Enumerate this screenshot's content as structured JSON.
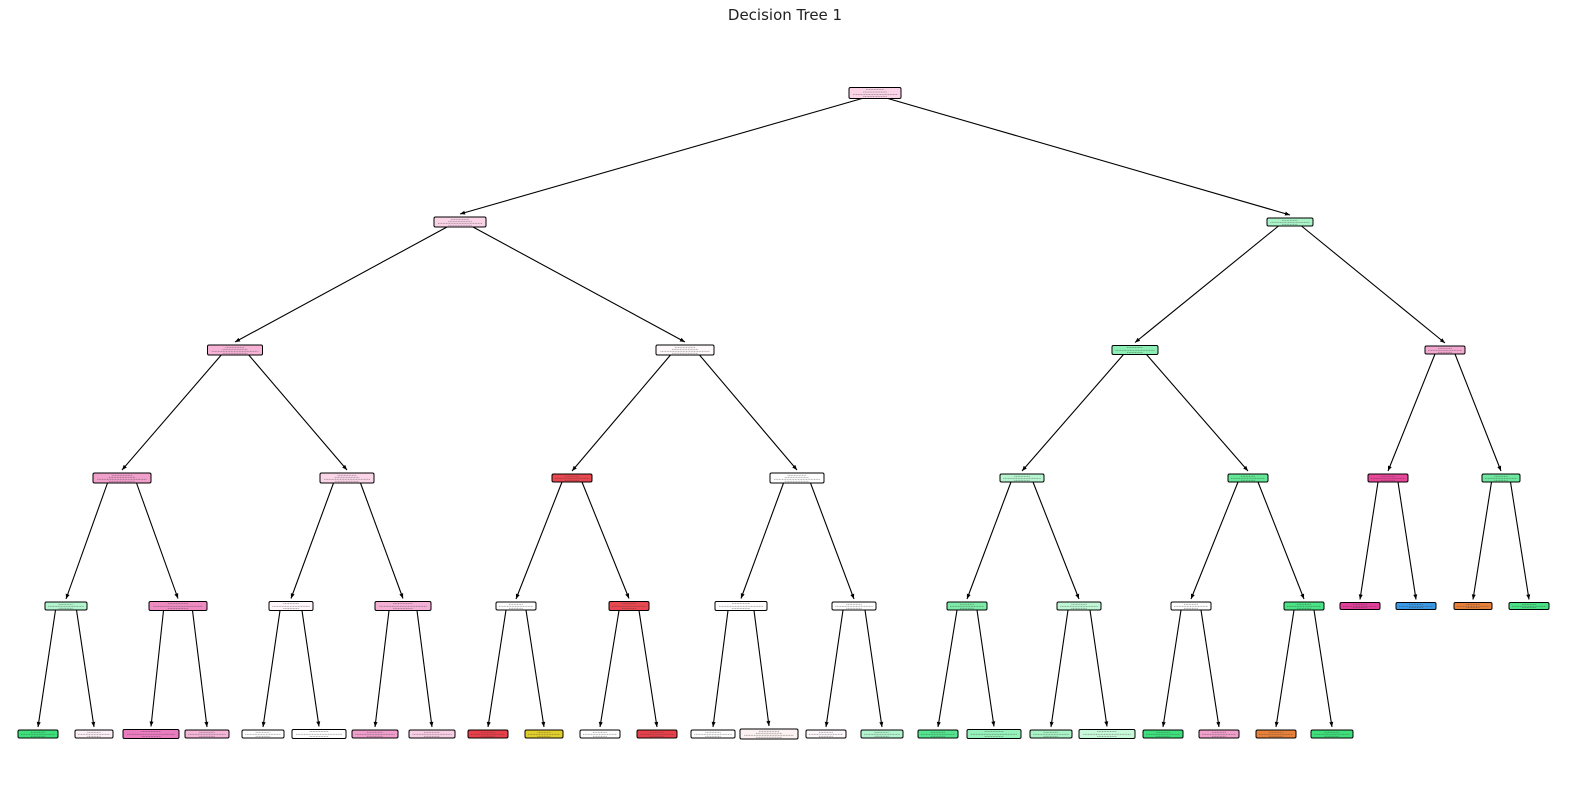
{
  "title": "Decision Tree 1",
  "nodes": [
    {
      "id": 0,
      "color": "#fad3e7",
      "children": [
        1,
        2
      ]
    },
    {
      "id": 1,
      "color": "#fad3e7",
      "children": [
        3,
        4
      ]
    },
    {
      "id": 2,
      "color": "#aaf4c9",
      "children": [
        5,
        6
      ]
    },
    {
      "id": 3,
      "color": "#f6b3d6",
      "children": [
        7,
        8
      ]
    },
    {
      "id": 4,
      "color": "#fef8fb",
      "children": [
        9,
        10
      ]
    },
    {
      "id": 5,
      "color": "#8eefb6",
      "children": [
        11,
        12
      ]
    },
    {
      "id": 6,
      "color": "#f4a9d1",
      "children": [
        13,
        14
      ]
    },
    {
      "id": 7,
      "color": "#f19fcb",
      "children": [
        15,
        16
      ]
    },
    {
      "id": 8,
      "color": "#fbd6e9",
      "children": [
        17,
        18
      ]
    },
    {
      "id": 9,
      "color": "#e84850",
      "children": [
        19,
        20
      ]
    },
    {
      "id": 10,
      "color": "#ffffff",
      "children": [
        21,
        22
      ]
    },
    {
      "id": 11,
      "color": "#b7f6d1",
      "children": [
        23,
        24
      ]
    },
    {
      "id": 12,
      "color": "#65e898",
      "children": [
        25,
        26
      ]
    },
    {
      "id": 13,
      "color": "#e8489a",
      "children": [
        27,
        28
      ]
    },
    {
      "id": 14,
      "color": "#6ee99f",
      "children": [
        29,
        30
      ]
    },
    {
      "id": 15,
      "color": "#b3f5cf",
      "children": [
        31,
        32
      ]
    },
    {
      "id": 16,
      "color": "#ee8cc2",
      "children": [
        33,
        34
      ]
    },
    {
      "id": 17,
      "color": "#fef6fa",
      "children": [
        35,
        36
      ]
    },
    {
      "id": 18,
      "color": "#f4afd5",
      "children": [
        37,
        38
      ]
    },
    {
      "id": 19,
      "color": "#ffffff",
      "children": [
        39,
        40
      ]
    },
    {
      "id": 20,
      "color": "#e84850",
      "children": [
        41,
        42
      ]
    },
    {
      "id": 21,
      "color": "#fffdfd",
      "children": [
        43,
        44
      ]
    },
    {
      "id": 22,
      "color": "#fefefe",
      "children": [
        45,
        46
      ]
    },
    {
      "id": 23,
      "color": "#7eeba9",
      "children": [
        47,
        48
      ]
    },
    {
      "id": 24,
      "color": "#c0f7d6",
      "children": [
        49,
        50
      ]
    },
    {
      "id": 25,
      "color": "#ffffff",
      "children": [
        51,
        52
      ]
    },
    {
      "id": 26,
      "color": "#4ae386",
      "children": [
        53,
        54
      ]
    },
    {
      "id": 27,
      "color": "#e0409a",
      "children": []
    },
    {
      "id": 28,
      "color": "#3b9ae6",
      "children": []
    },
    {
      "id": 29,
      "color": "#e8823a",
      "children": []
    },
    {
      "id": 30,
      "color": "#48e285",
      "children": []
    },
    {
      "id": 31,
      "color": "#3ee07c",
      "children": []
    },
    {
      "id": 32,
      "color": "#fdf0f6",
      "children": []
    },
    {
      "id": 33,
      "color": "#ea7bbf",
      "children": []
    },
    {
      "id": 34,
      "color": "#f5b6d7",
      "children": []
    },
    {
      "id": 35,
      "color": "#ffffff",
      "children": []
    },
    {
      "id": 36,
      "color": "#ffffff",
      "children": []
    },
    {
      "id": 37,
      "color": "#f09ecb",
      "children": []
    },
    {
      "id": 38,
      "color": "#f9cfe5",
      "children": []
    },
    {
      "id": 39,
      "color": "#e8404a",
      "children": []
    },
    {
      "id": 40,
      "color": "#e3cf2c",
      "children": []
    },
    {
      "id": 41,
      "color": "#ffffff",
      "children": []
    },
    {
      "id": 42,
      "color": "#e8404a",
      "children": []
    },
    {
      "id": 43,
      "color": "#ffffff",
      "children": []
    },
    {
      "id": 44,
      "color": "#fdf2f2",
      "children": []
    },
    {
      "id": 45,
      "color": "#fef7fb",
      "children": []
    },
    {
      "id": 46,
      "color": "#b3f5cf",
      "children": []
    },
    {
      "id": 47,
      "color": "#55e48f",
      "children": []
    },
    {
      "id": 48,
      "color": "#95f0ba",
      "children": []
    },
    {
      "id": 49,
      "color": "#a9f3c7",
      "children": []
    },
    {
      "id": 50,
      "color": "#c8f8da",
      "children": []
    },
    {
      "id": 51,
      "color": "#3ee07c",
      "children": []
    },
    {
      "id": 52,
      "color": "#f19fcb",
      "children": []
    },
    {
      "id": 53,
      "color": "#e8823a",
      "children": []
    },
    {
      "id": 54,
      "color": "#3ee07c",
      "children": []
    }
  ]
}
